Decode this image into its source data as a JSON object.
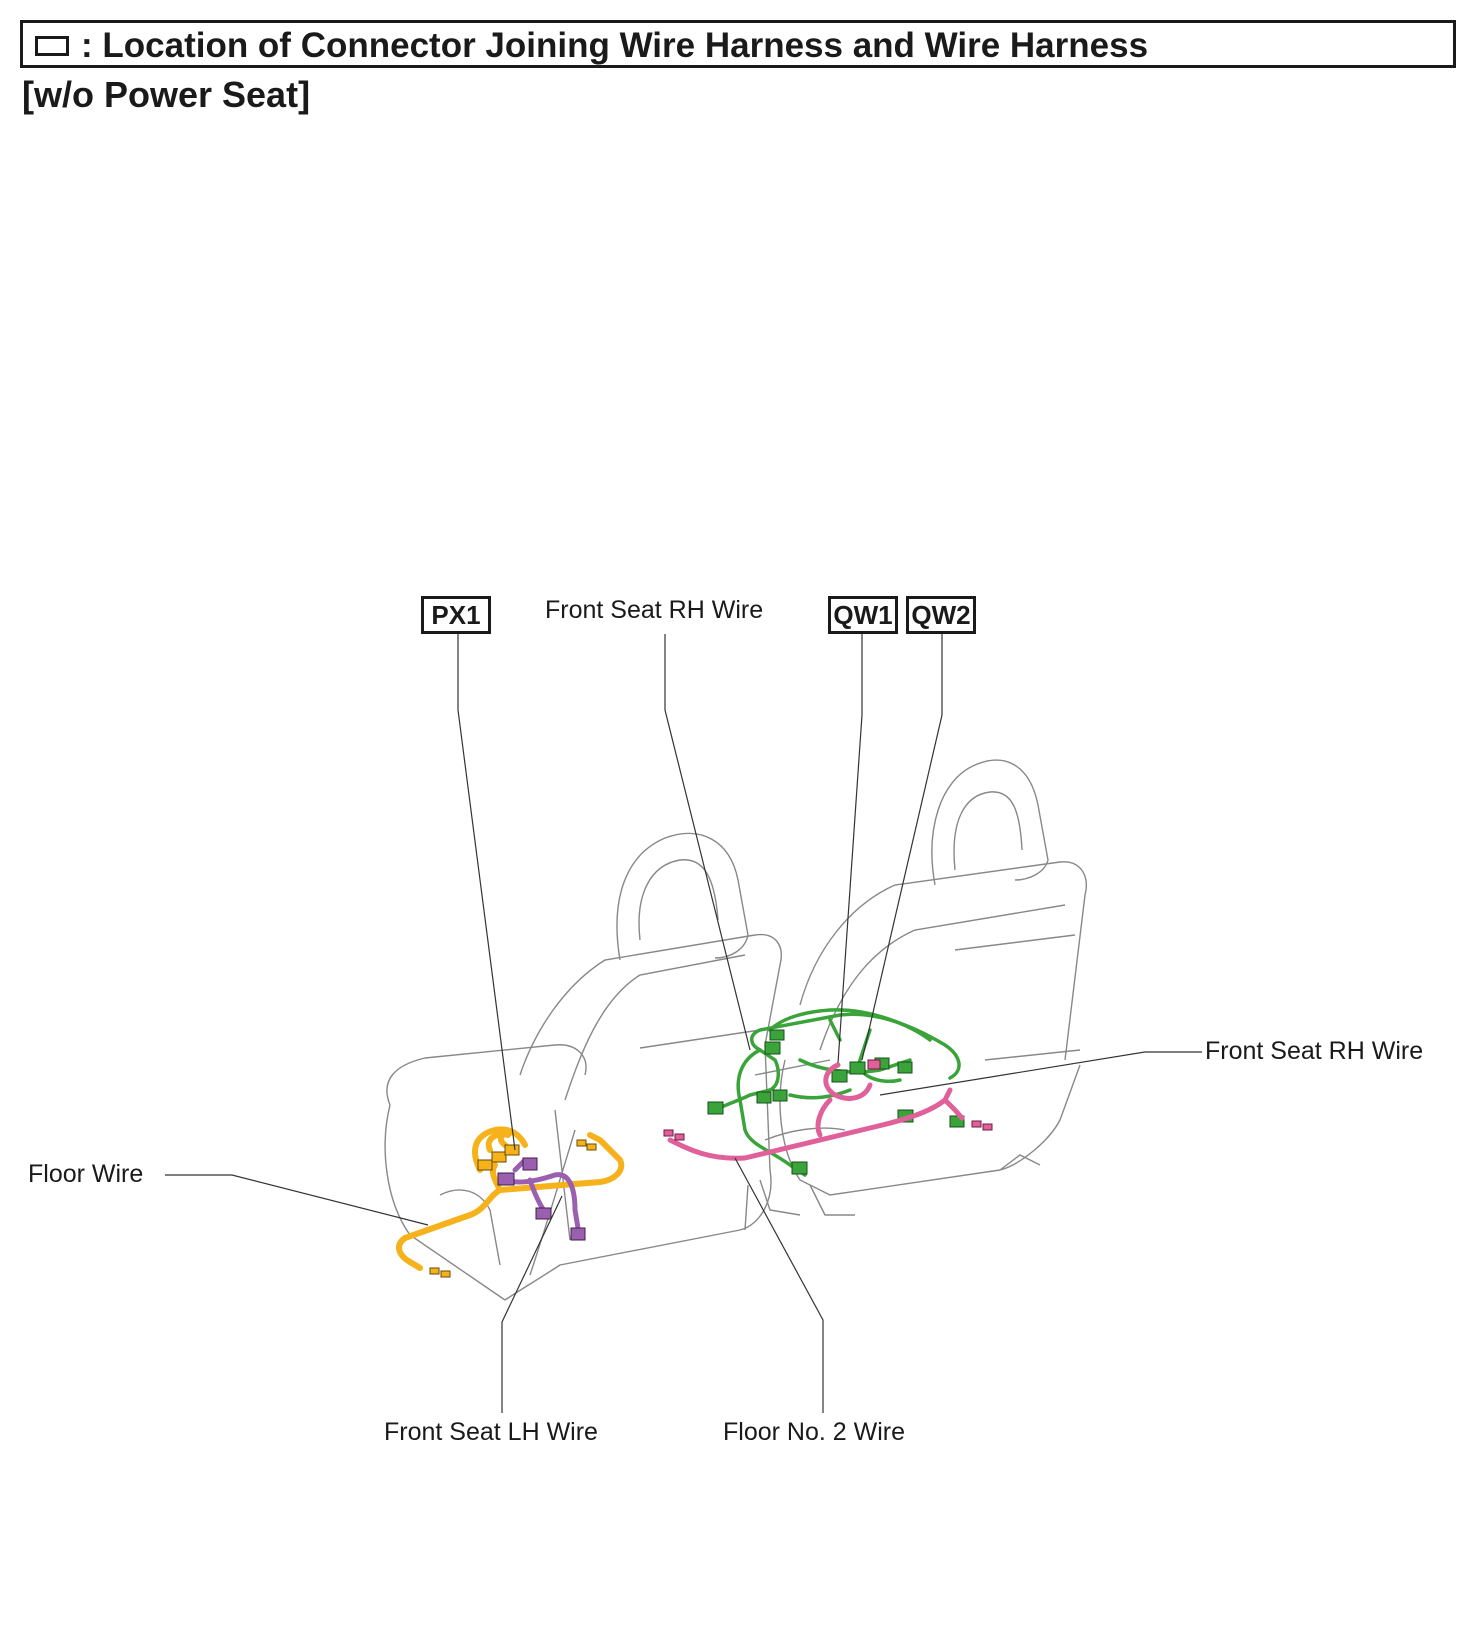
{
  "header": {
    "title": ": Location of Connector Joining Wire Harness and Wire Harness",
    "variant": "[w/o Power Seat]"
  },
  "connectors": [
    "PX1",
    "QW1",
    "QW2"
  ],
  "labels": {
    "front_seat_rh_wire_top": "Front Seat RH Wire",
    "front_seat_rh_wire_right": "Front Seat RH Wire",
    "floor_wire": "Floor Wire",
    "front_seat_lh_wire": "Front Seat LH Wire",
    "floor_no2_wire": "Floor No. 2 Wire"
  },
  "colors": {
    "floor_wire": "#f5b21b",
    "front_seat_lh_wire": "#9b5fb0",
    "front_seat_rh_wire": "#3aa339",
    "floor_no2_wire": "#e0609a",
    "outline": "#888888",
    "leader": "#333333"
  }
}
